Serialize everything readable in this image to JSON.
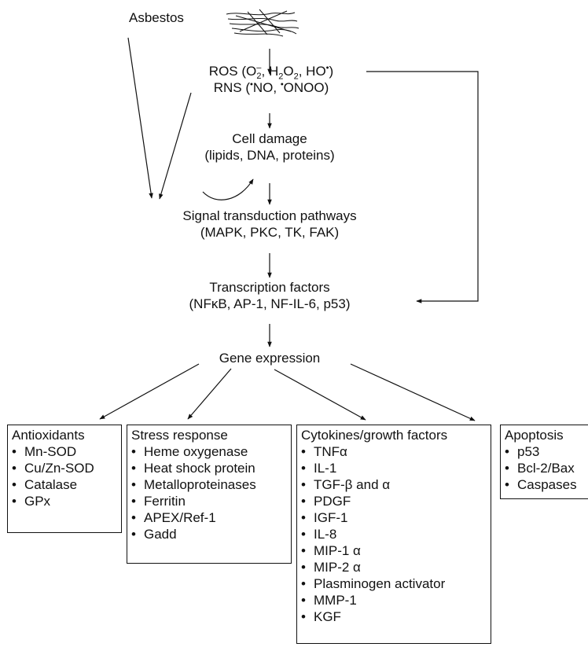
{
  "asbestos": "Asbestos",
  "ros_line": "ROS (O2-, H2O2, HO•)",
  "ros": {
    "prefix": "ROS (O",
    "o_sub": "2",
    "o_sup": "–",
    "mid1": ", H",
    "h_sub1": "2",
    "o2": "O",
    "h_sub2": "2",
    "mid2": ", HO",
    "rad": "•",
    "close": ")"
  },
  "rns_line": "RNS (•NO, •ONOO)",
  "rns": {
    "prefix": "RNS (",
    "rad1": "•",
    "no": "NO, ",
    "rad2": "•",
    "onoo": "ONOO)"
  },
  "cell_damage": {
    "title": "Cell damage",
    "detail": "(lipids, DNA, proteins)"
  },
  "signal": {
    "title": "Signal transduction pathways",
    "detail": "(MAPK, PKC, TK, FAK)"
  },
  "transcription": {
    "title": "Transcription factors",
    "detail": "(NFκB, AP-1, NF-IL-6, p53)"
  },
  "gene_expression": "Gene expression",
  "boxes": [
    {
      "title": "Antioxidants",
      "items": [
        "Mn-SOD",
        "Cu/Zn-SOD",
        "Catalase",
        "GPx"
      ]
    },
    {
      "title": "Stress response",
      "items": [
        "Heme oxygenase",
        "Heat shock protein",
        "Metalloproteinases",
        "Ferritin",
        "APEX/Ref-1",
        "Gadd"
      ]
    },
    {
      "title": "Cytokines/growth factors",
      "items": [
        "TNFα",
        "IL-1",
        "TGF-β and α",
        "PDGF",
        "IGF-1",
        "IL-8",
        "MIP-1 α",
        "MIP-2 α",
        "Plasminogen activator",
        "MMP-1",
        "KGF"
      ]
    },
    {
      "title": "Apoptosis",
      "items": [
        "p53",
        "Bcl-2/Bax",
        "Caspases"
      ]
    }
  ]
}
